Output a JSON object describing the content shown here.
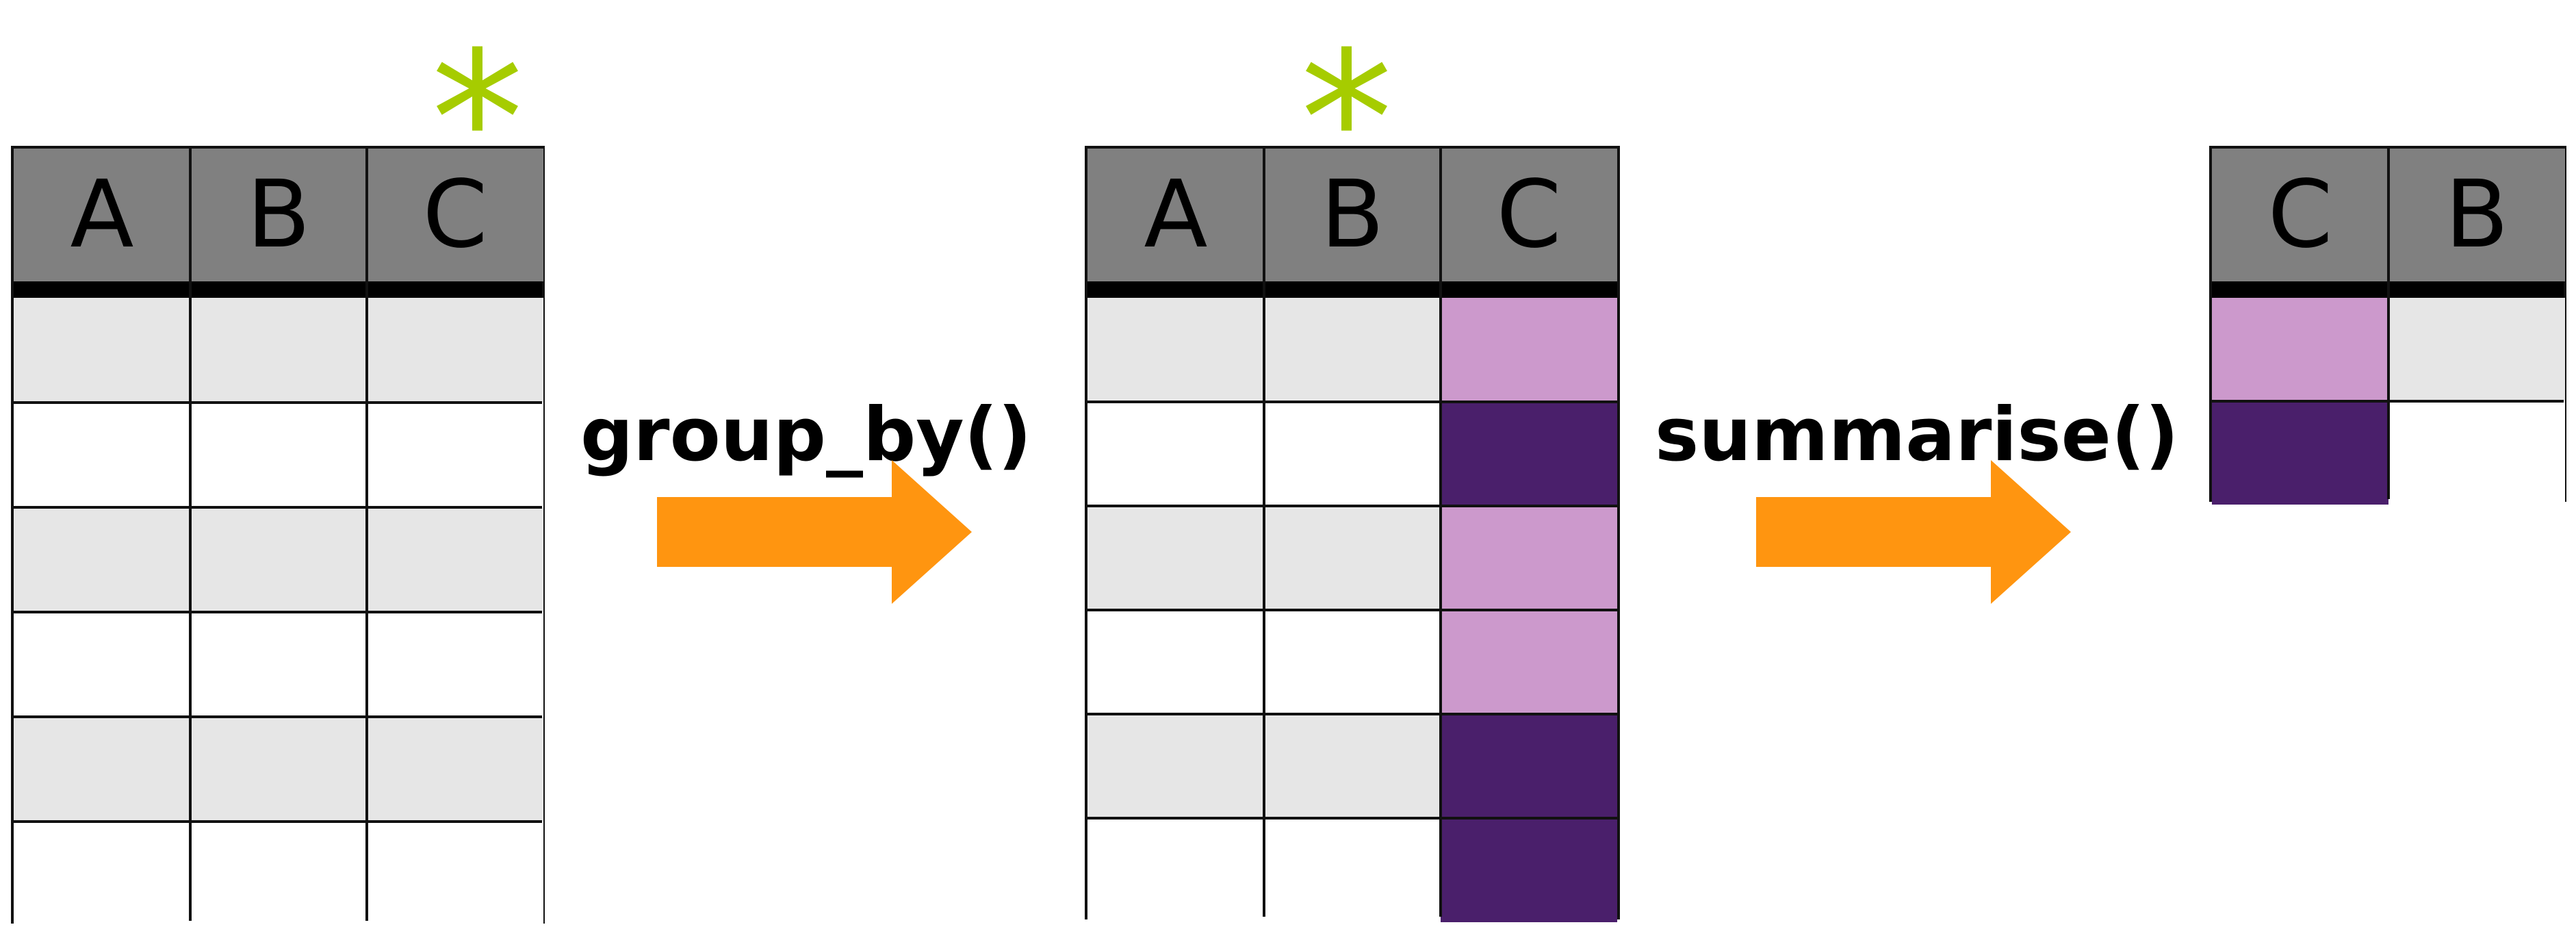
{
  "colors": {
    "header": "#808080",
    "row_shaded": "#e6e6e6",
    "row_plain": "#ffffff",
    "group_light": "#cc99cc",
    "group_dark": "#4a1f6b",
    "arrow": "#ff9510",
    "star": "#a6cc00"
  },
  "icons": {
    "star": "asterisk-icon",
    "arrow": "right-arrow-icon"
  },
  "star_glyph": "*",
  "input_table": {
    "headers": [
      "A",
      "B",
      "C"
    ],
    "rows": 6
  },
  "grouped_table": {
    "headers": [
      "A",
      "B",
      "C"
    ],
    "rows": 6,
    "group_column_pattern": [
      "light",
      "dark",
      "light",
      "light",
      "dark",
      "dark"
    ]
  },
  "summary_table": {
    "headers": [
      "C",
      "B"
    ],
    "rows": 2,
    "group_column_pattern": [
      "light",
      "dark"
    ]
  },
  "steps": {
    "step1_label": "group_by()",
    "step2_label": "summarise()"
  }
}
